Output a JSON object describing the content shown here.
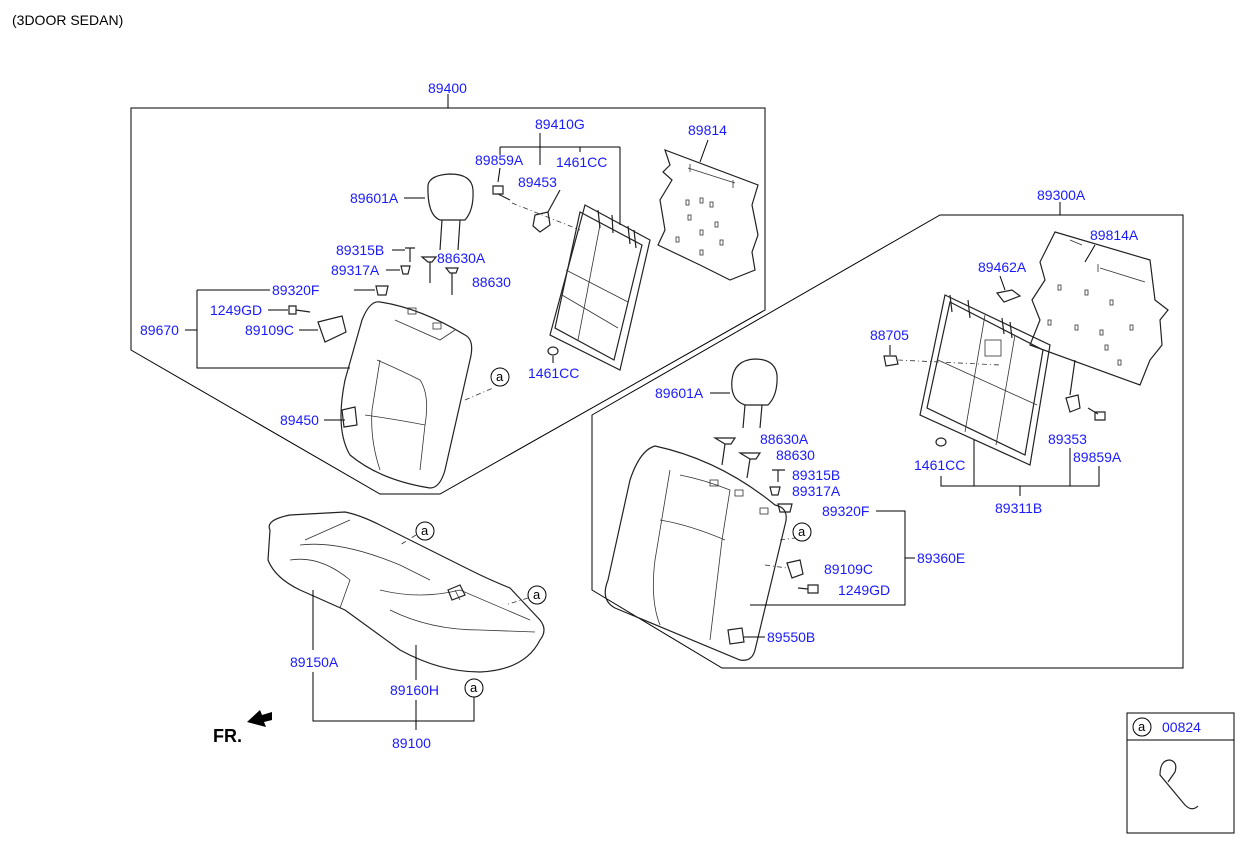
{
  "header": {
    "title": "(3DOOR SEDAN)"
  },
  "front_marker": "FR.",
  "callout_letter": "a",
  "legend": {
    "letter": "a",
    "part": "00824"
  },
  "labels": {
    "p89400": "89400",
    "p89410G": "89410G",
    "p89814": "89814",
    "p89859A_l": "89859A",
    "p1461CC_l1": "1461CC",
    "p89453": "89453",
    "p89601A_l": "89601A",
    "p89315B_l": "89315B",
    "p88630A_l": "88630A",
    "p89317A_l": "89317A",
    "p88630_l": "88630",
    "p89320F_l": "89320F",
    "p1249GD_l": "1249GD",
    "p89670": "89670",
    "p89109C_l": "89109C",
    "p1461CC_l2": "1461CC",
    "p89450": "89450",
    "p89300A": "89300A",
    "p89814A": "89814A",
    "p89462A": "89462A",
    "p88705": "88705",
    "p89601A_r": "89601A",
    "p88630A_r": "88630A",
    "p88630_r": "88630",
    "p89315B_r": "89315B",
    "p89317A_r": "89317A",
    "p89320F_r": "89320F",
    "p89360E": "89360E",
    "p89109C_r": "89109C",
    "p1249GD_r": "1249GD",
    "p89550B": "89550B",
    "p89353": "89353",
    "p1461CC_r": "1461CC",
    "p89859A_r": "89859A",
    "p89311B": "89311B",
    "p89150A": "89150A",
    "p89160H": "89160H",
    "p89100": "89100"
  }
}
